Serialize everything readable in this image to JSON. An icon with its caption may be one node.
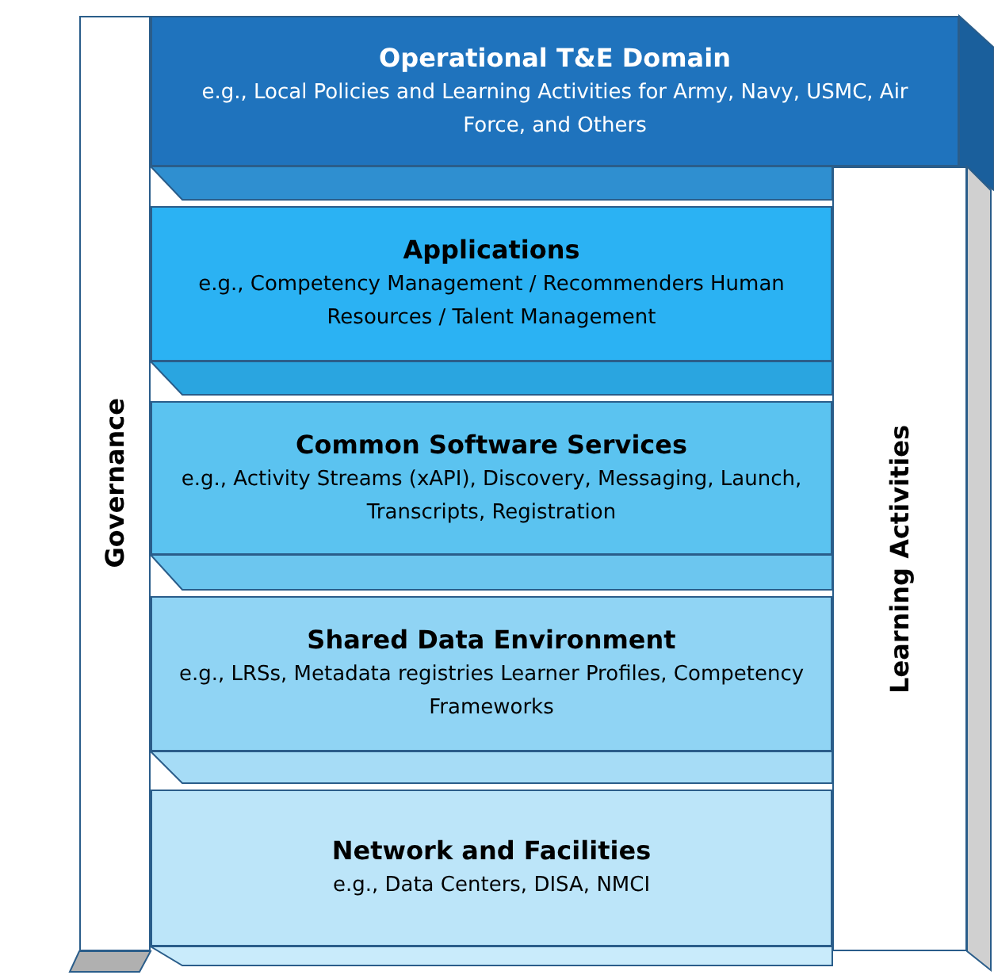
{
  "diagram": {
    "nodes": [
      {
        "text": [
          "Governance"
        ]
      },
      {
        "text": [
          "Operational T&E Domain",
          "e.g., Local Policies and Learning Activities for Army, Navy, USMC, Air Force, and Others"
        ]
      },
      {
        "text": [
          "Applications",
          "e.g., Competency Management / Recommenders Human Resources / Talent Management"
        ]
      },
      {
        "text": [
          "Common Software Services",
          "e.g., Activity Streams (xAPI), Discovery, Messaging, Launch, Transcripts, Registration"
        ]
      },
      {
        "text": [
          "Shared Data Environment",
          "e.g., LRSs, Metadata registries Learner Profiles, Competency Frameworks"
        ]
      },
      {
        "text": [
          "Network and Facilities",
          "e.g., Data Centers, DISA, NMCI"
        ]
      },
      {
        "text": [
          "Learning Activities"
        ]
      }
    ],
    "edges": []
  }
}
